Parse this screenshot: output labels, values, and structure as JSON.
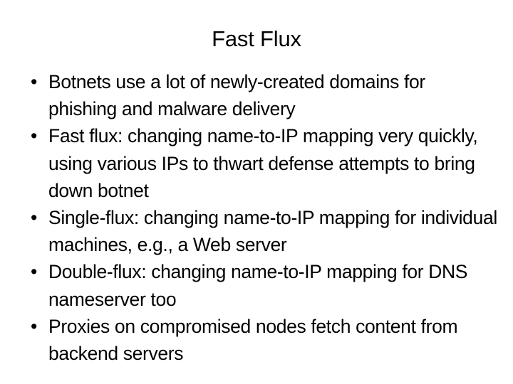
{
  "slide": {
    "title": "Fast Flux",
    "background_color": "#ffffff",
    "text_color": "#000000",
    "bullet_glyph": "•",
    "bullets": [
      {
        "marker": "•",
        "text": "Botnets use a lot of newly-created domains for phishing and malware delivery"
      },
      {
        "marker": "•",
        "text": "Fast flux: changing name-to-IP mapping very quickly, using various IPs to thwart defense attempts to bring down botnet"
      },
      {
        "marker": "•",
        "text": "Single-flux: changing name-to-IP mapping for individual machines, e.g., a Web server"
      },
      {
        "marker": "•",
        "text": "Double-flux: changing name-to-IP mapping for DNS nameserver too"
      },
      {
        "marker": "•",
        "text": "Proxies on compromised nodes fetch content from backend servers"
      }
    ]
  }
}
